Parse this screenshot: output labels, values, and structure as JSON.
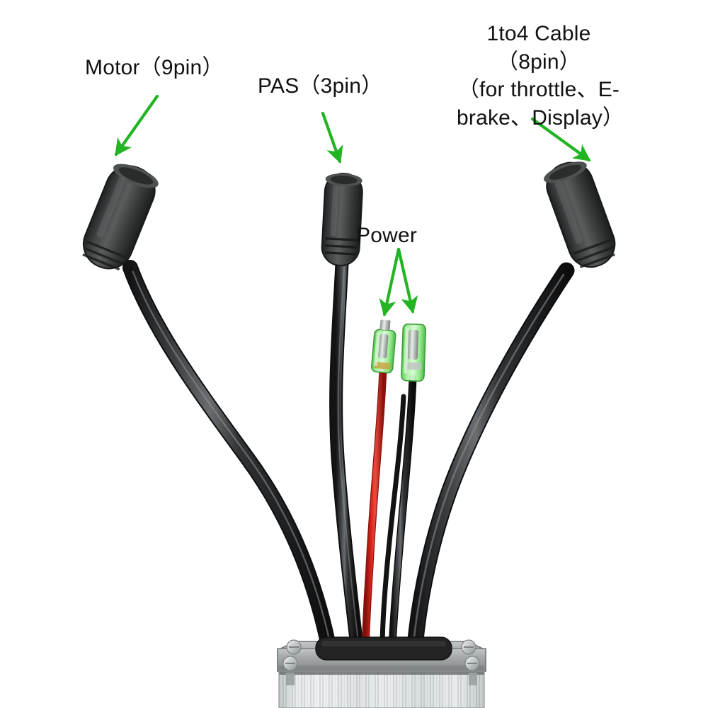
{
  "meta": {
    "subject": "Electric bike brushless motor controller with labelled output cables",
    "background_color": "#ffffff"
  },
  "colors": {
    "arrow_green": "#22b422",
    "label_text": "#111111",
    "cable_black": "#1d1d1f",
    "cable_red": "#cc1f18",
    "connector_body": "#3b3d3c",
    "bullet_connector_green": "#66e060",
    "housing_aluminium": "#d7d9da",
    "end_plate_gray": "#a6aaab",
    "screw_silver": "#c9ccce",
    "grommet_black": "#232323"
  },
  "labels": [
    {
      "id": "motor",
      "name": "motor-cable-label",
      "text": "Motor（9pin）",
      "connector": "9-pin waterproof motor connector"
    },
    {
      "id": "pas",
      "name": "pas-cable-label",
      "text": "PAS（3pin）",
      "connector": "3-pin PAS pedal assist sensor connector"
    },
    {
      "id": "power",
      "name": "power-cable-label",
      "text": "Power",
      "connector": "pair of green bullet connectors, red positive and black negative"
    },
    {
      "id": "oneto4",
      "name": "one-to-four-cable-label",
      "lines": [
        "1to4 Cable（8pin）",
        "（for throttle、E-",
        "brake、Display）"
      ],
      "connector": "8-pin 1-to-4 harness connector"
    }
  ],
  "arrows": [
    {
      "id": "arrow-motor",
      "from_label": "motor",
      "to": "motor connector top"
    },
    {
      "id": "arrow-pas",
      "from_label": "pas",
      "to": "PAS connector top"
    },
    {
      "id": "arrow-power-red",
      "from_label": "power",
      "to": "red wire bullet connector"
    },
    {
      "id": "arrow-power-black",
      "from_label": "power",
      "to": "black wire bullet connector"
    },
    {
      "id": "arrow-oneto4",
      "from_label": "oneto4",
      "to": "1to4 cable connector top"
    }
  ],
  "cables": [
    {
      "id": "cable-motor",
      "name": "motor-cable",
      "color": "black",
      "connector_label": "Motor（9pin）"
    },
    {
      "id": "cable-pas",
      "name": "pas-cable",
      "color": "black",
      "connector_label": "PAS（3pin）"
    },
    {
      "id": "cable-power-positive",
      "name": "power-positive-wire",
      "color": "red",
      "connector_label": "Power"
    },
    {
      "id": "cable-power-negative",
      "name": "power-negative-wire",
      "color": "black",
      "connector_label": "Power"
    },
    {
      "id": "cable-oneto4",
      "name": "one-to-four-cable",
      "color": "black",
      "connector_label": "1to4 Cable（8pin）"
    }
  ],
  "controller": {
    "name": "motor-controller-housing",
    "housing": "finned aluminium heatsink case",
    "end_plate": "gray metal end plate",
    "screw_count": 4,
    "grommet": "black rubber cable grommet"
  }
}
